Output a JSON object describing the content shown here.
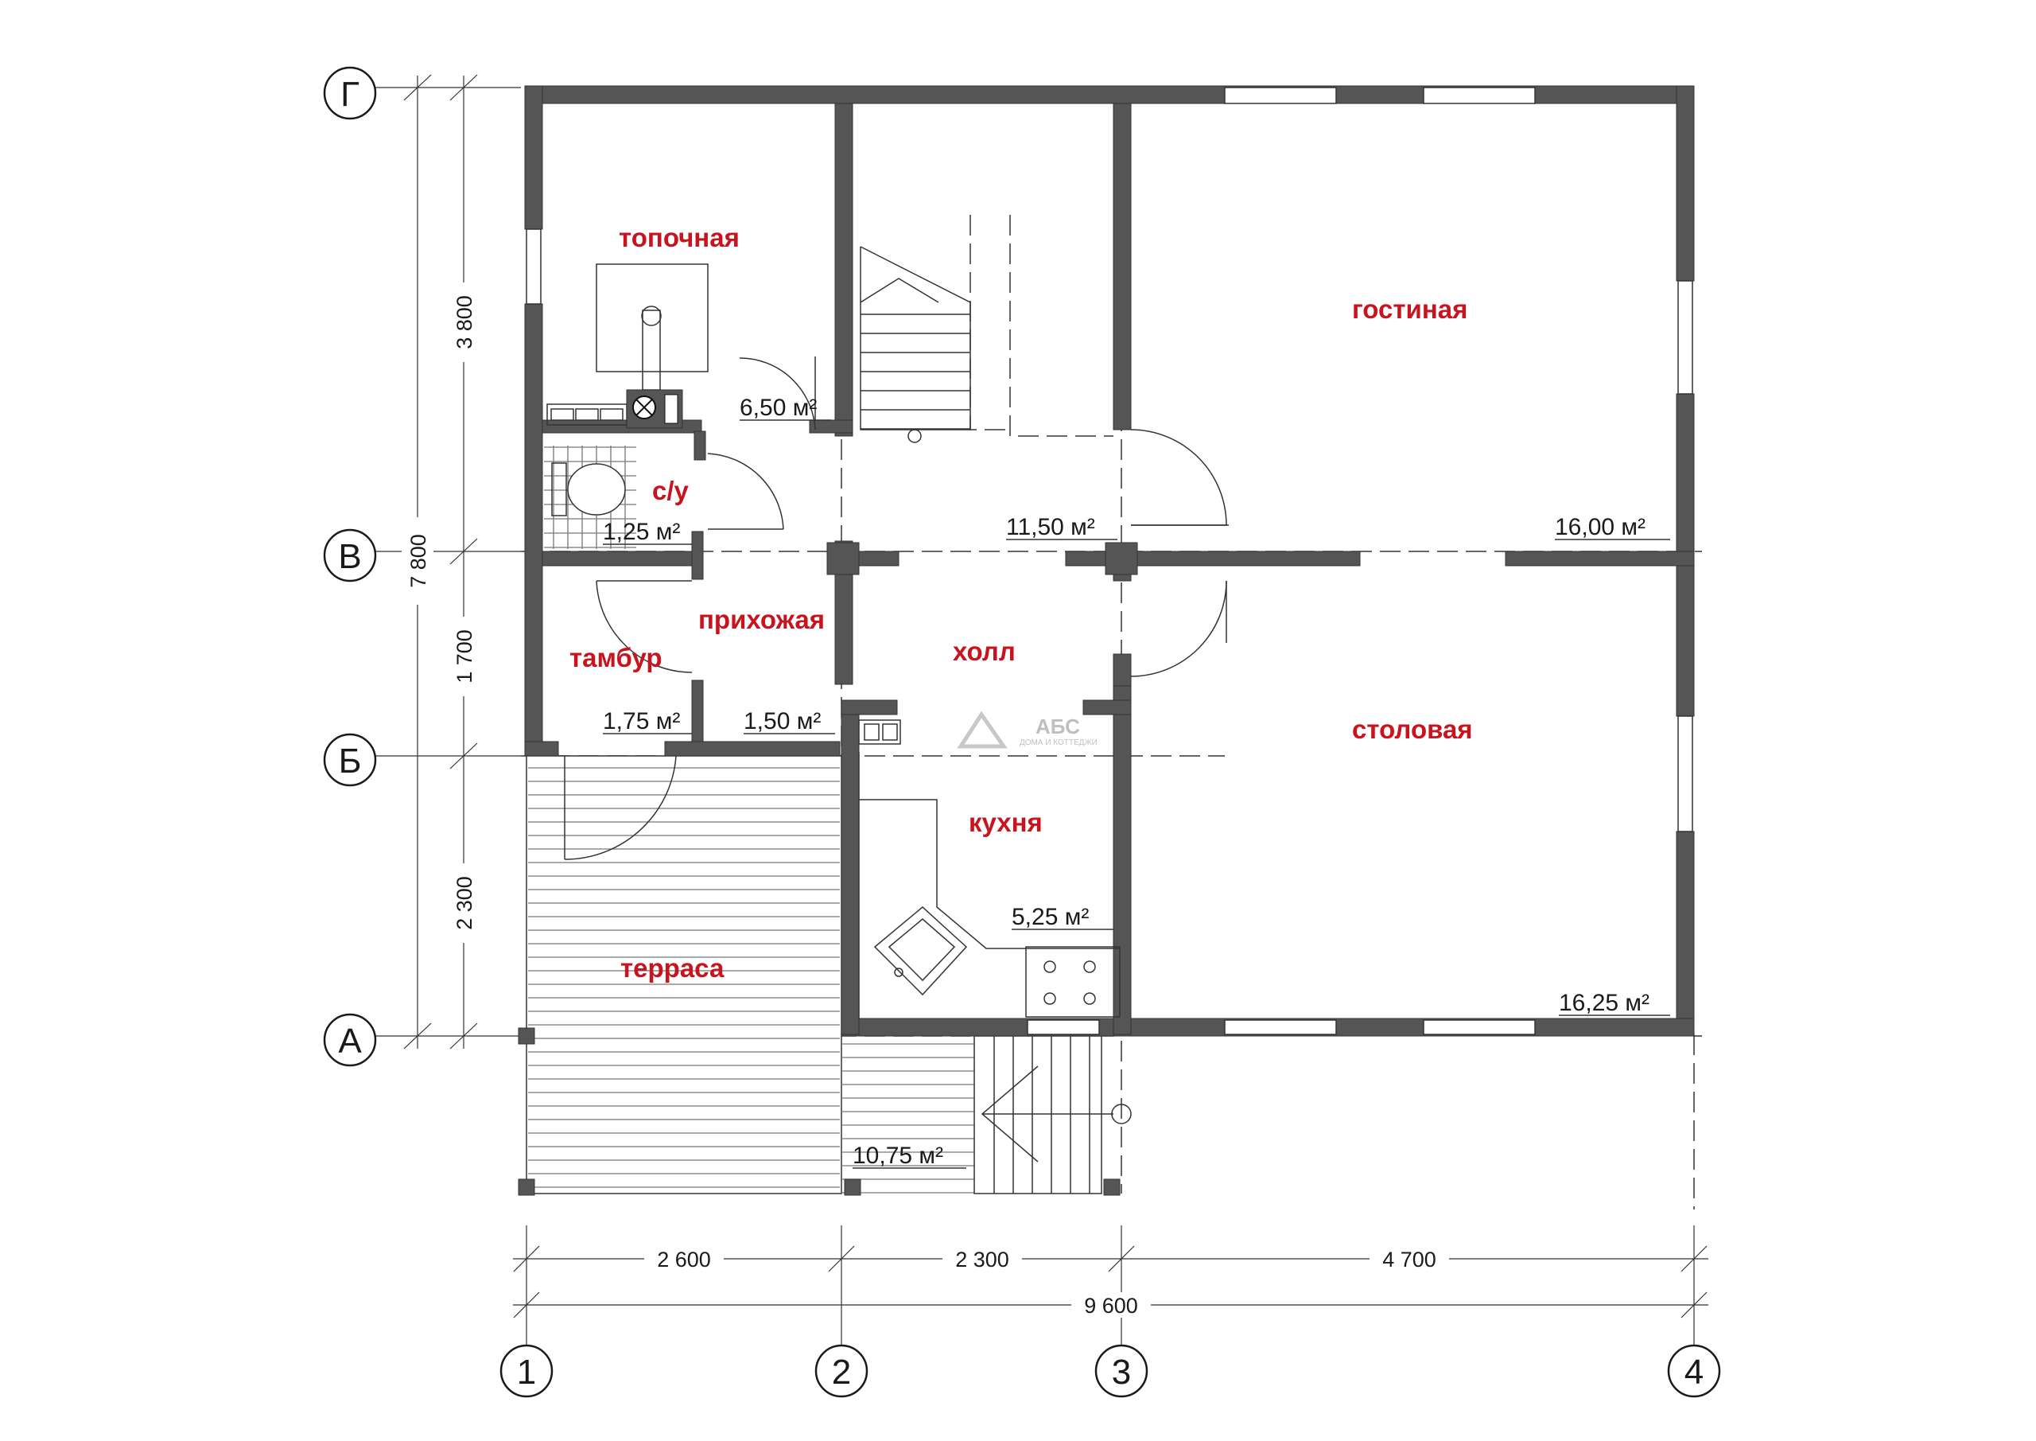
{
  "rooms": {
    "topochnaya": {
      "name": "топочная",
      "area": "6,50 м²"
    },
    "hall_stair": {
      "area": "11,50 м²"
    },
    "gostinaya": {
      "name": "гостиная",
      "area": "16,00 м²"
    },
    "su": {
      "name": "с/у",
      "area": "1,25 м²"
    },
    "prikhozhaya": {
      "name": "прихожая",
      "area": "1,50 м²"
    },
    "tambur": {
      "name": "тамбур",
      "area": "1,75 м²"
    },
    "kholl": {
      "name": "холл"
    },
    "stolovaya": {
      "name": "столовая",
      "area": "16,25 м²"
    },
    "kukhnya": {
      "name": "кухня",
      "area": "5,25 м²"
    },
    "terrasa": {
      "name": "терраса",
      "area": "10,75 м²"
    }
  },
  "axes": {
    "rows": [
      "Г",
      "В",
      "Б",
      "А"
    ],
    "columns": [
      "1",
      "2",
      "3",
      "4"
    ]
  },
  "dimensions": {
    "vertical_total": "7 800",
    "vertical_segments": [
      "3 800",
      "1 700",
      "2 300"
    ],
    "horizontal_segments": [
      "2 600",
      "2 300",
      "4 700"
    ],
    "horizontal_total": "9 600"
  },
  "logo": {
    "name": "АБС",
    "tagline": "ДОМА И КОТТЕДЖИ"
  }
}
